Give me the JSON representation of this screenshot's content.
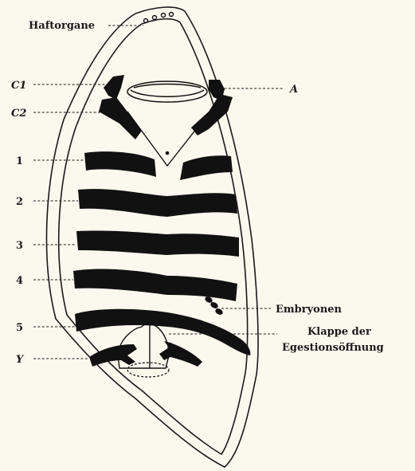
{
  "colors": {
    "paper": "#fbf8ee",
    "ink": "#111111"
  },
  "labels": {
    "haftorgane": "Haftorgane",
    "c1": "C1",
    "c2": "C2",
    "a": "A",
    "n1": "1",
    "n2": "2",
    "n3": "3",
    "n4": "4",
    "n5": "5",
    "y": "Y",
    "embryonen": "Embryonen",
    "klappe_line1": "Klappe der",
    "klappe_line2": "Egestionsöffnung"
  }
}
